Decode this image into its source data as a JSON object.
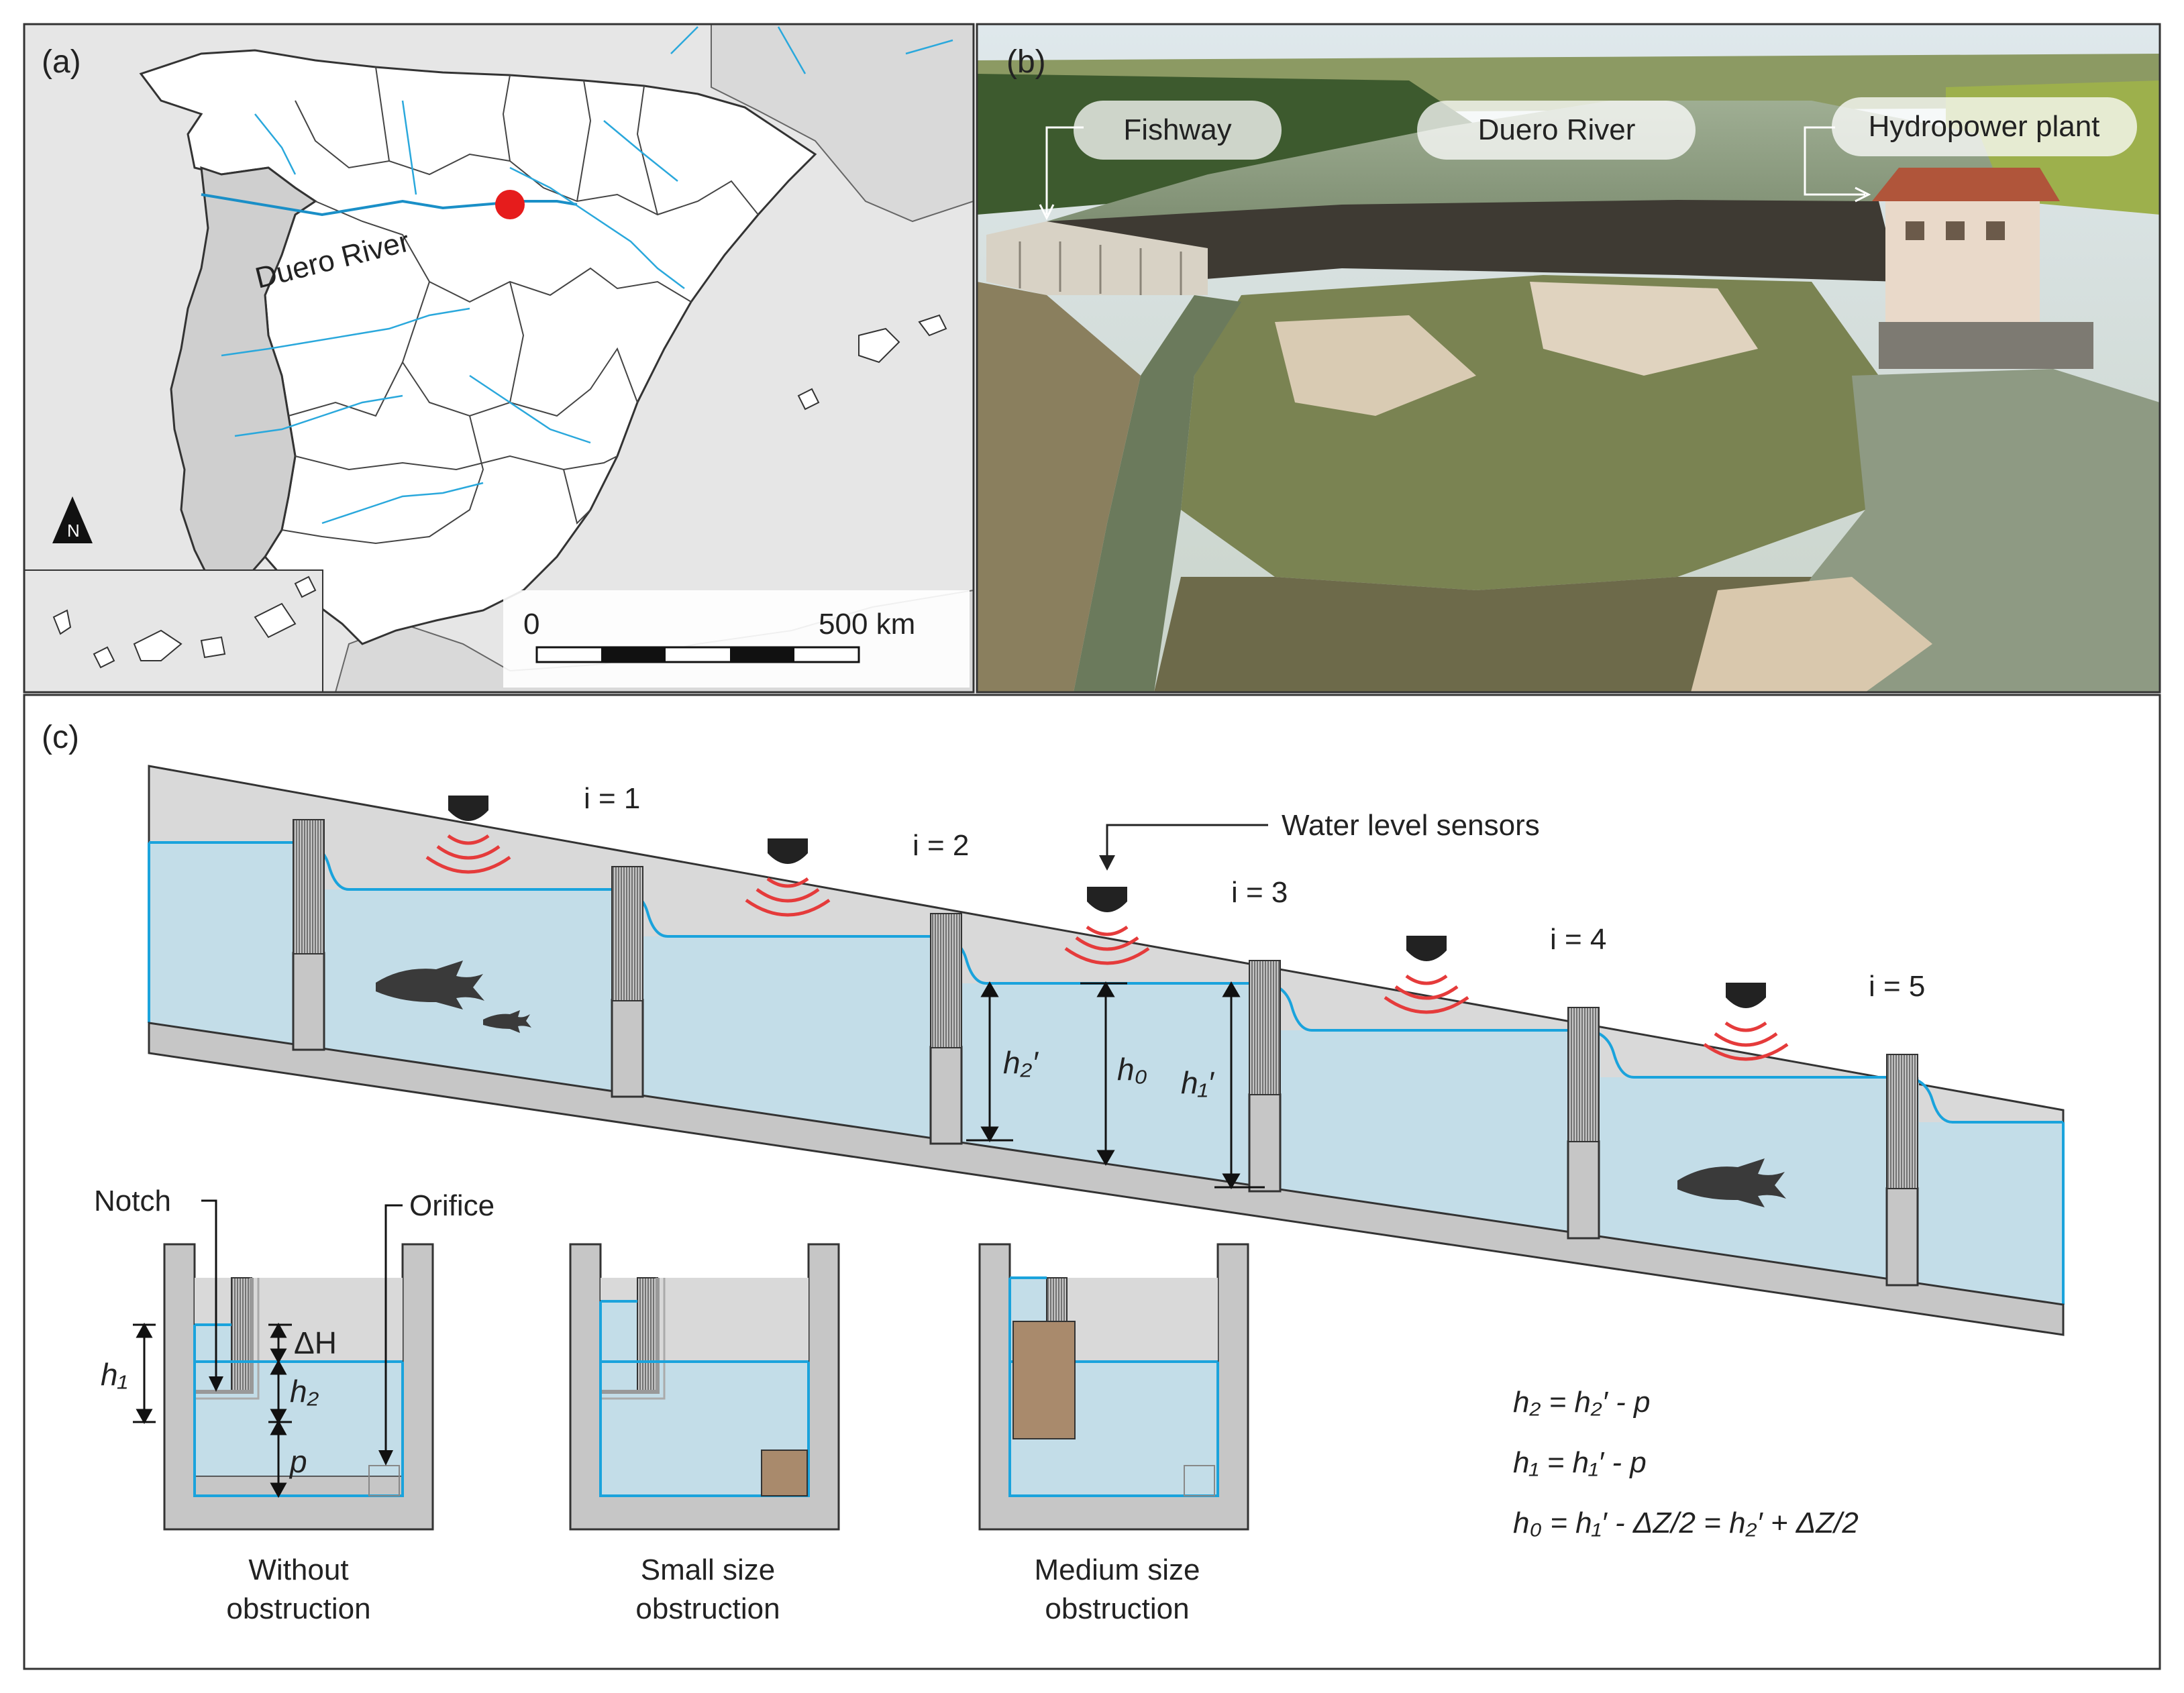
{
  "panels": {
    "a": {
      "label": "(a)",
      "river_label": "Duero River",
      "north_label": "N",
      "scale_start": "0",
      "scale_end": "500 km"
    },
    "b": {
      "label": "(b)",
      "callouts": [
        "Fishway",
        "Duero River",
        "Hydropower plant"
      ]
    },
    "c": {
      "label": "(c)",
      "sensors_label": "Water level sensors",
      "pool_labels": [
        "i = 1",
        "i = 2",
        "i = 3",
        "i = 4",
        "i = 5"
      ],
      "dims": {
        "h2p": "h₂′",
        "h0": "h₀",
        "h1p": "h₁′"
      },
      "detail": {
        "notch": "Notch",
        "orifice": "Orifice",
        "dH": "ΔH",
        "h1": "h₁",
        "h2": "h₂",
        "p": "p",
        "captions": [
          [
            "Without",
            "obstruction"
          ],
          [
            "Small size",
            "obstruction"
          ],
          [
            "Medium size",
            "obstruction"
          ]
        ]
      },
      "equations": [
        "h₂ = h₂′ - p",
        "h₁ = h₁′ - p",
        "h₀ = h₁′ - ΔZ/2 = h₂′ + ΔZ/2"
      ]
    }
  },
  "colors": {
    "water": "#c3dde8",
    "water_line": "#1aa3dc",
    "concrete": "#c6c6c6",
    "sensor_wave": "#e53b3b",
    "marker": "#e61c1c",
    "obstruction": "#a98a6c",
    "sea": "#e6e6e6",
    "portugal": "#cfcfcf"
  }
}
